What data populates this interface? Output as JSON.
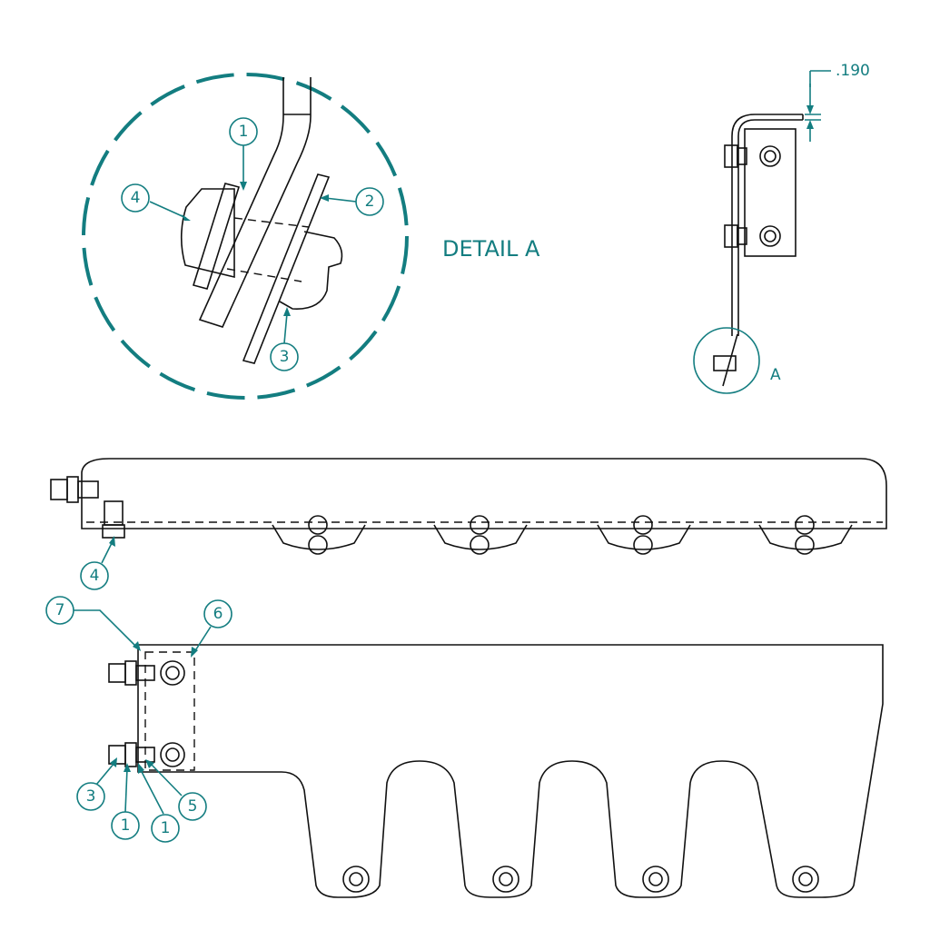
{
  "detail": {
    "title": "DETAIL A",
    "view_label": "A"
  },
  "dimension": {
    "thickness": ".190"
  },
  "callouts": [
    {
      "id": "detail-1",
      "text": "1"
    },
    {
      "id": "detail-2",
      "text": "2"
    },
    {
      "id": "detail-3",
      "text": "3"
    },
    {
      "id": "detail-4",
      "text": "4"
    },
    {
      "id": "front-4",
      "text": "4"
    },
    {
      "id": "side-7",
      "text": "7"
    },
    {
      "id": "side-6",
      "text": "6"
    },
    {
      "id": "side-3",
      "text": "3"
    },
    {
      "id": "side-1a",
      "text": "1"
    },
    {
      "id": "side-1b",
      "text": "1"
    },
    {
      "id": "side-5",
      "text": "5"
    }
  ],
  "colors": {
    "annotation": "#137d80",
    "linework": "#111111"
  }
}
